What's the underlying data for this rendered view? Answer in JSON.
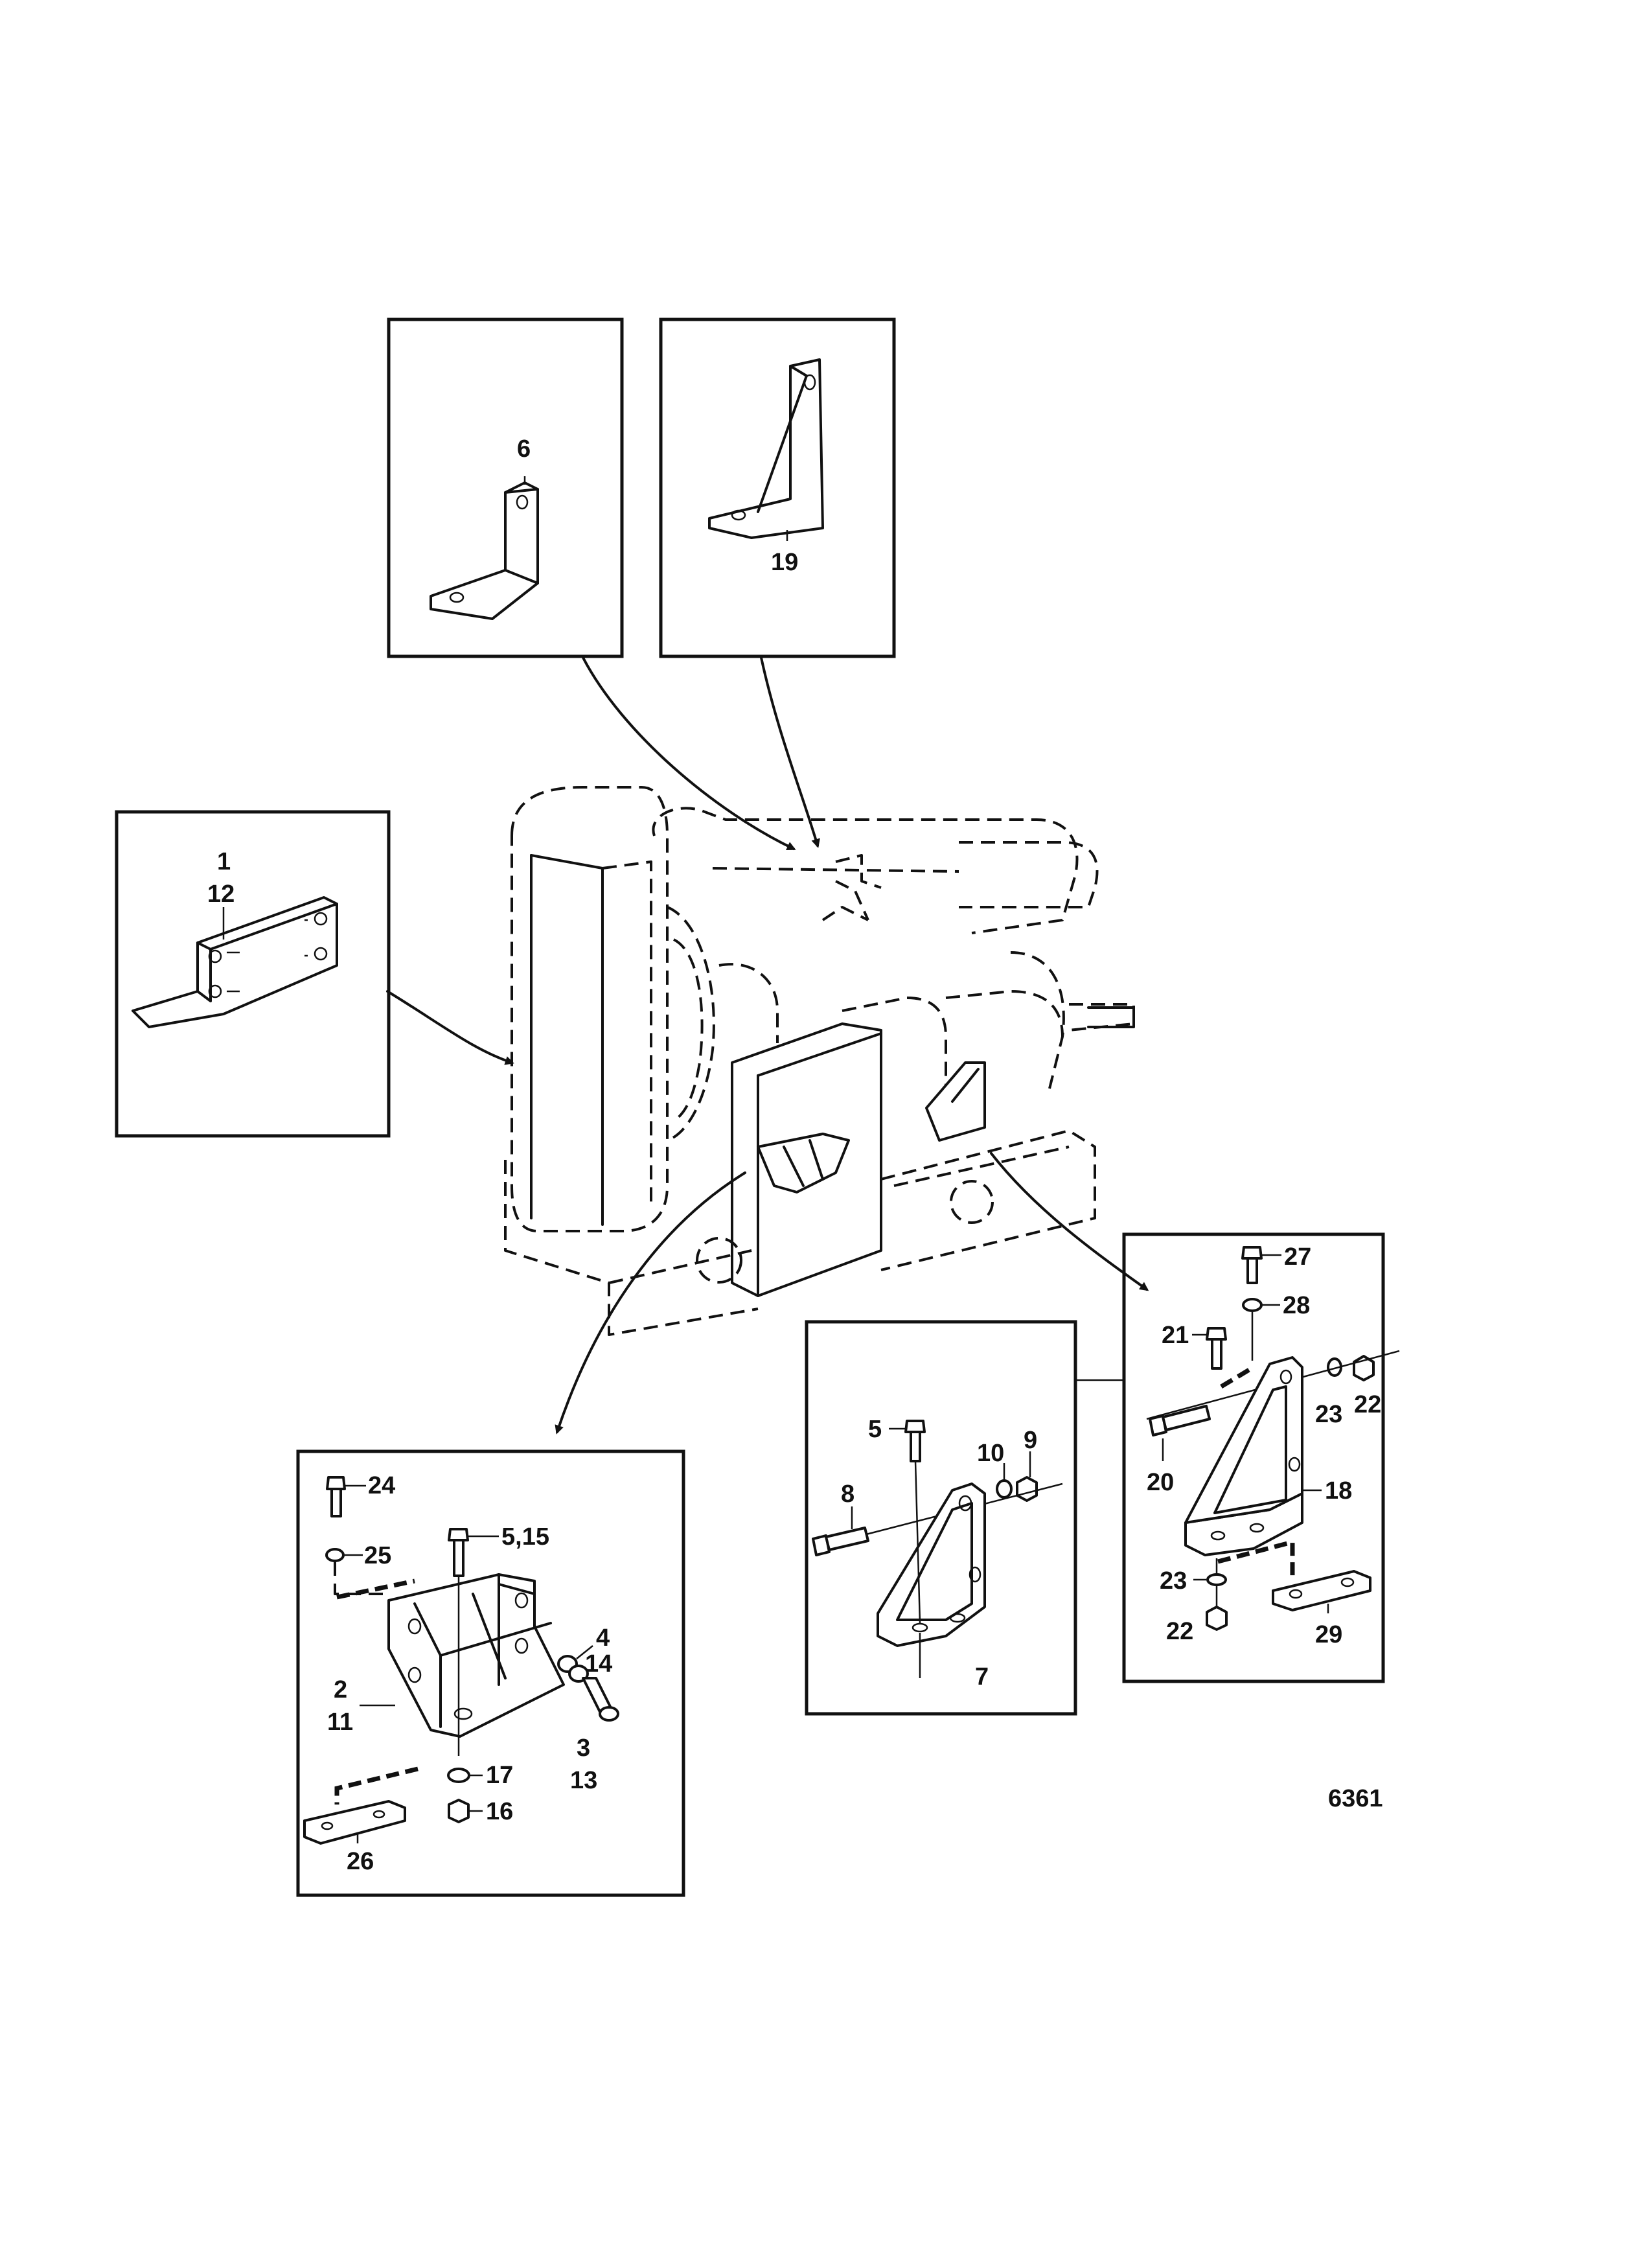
{
  "figure_number": "6361",
  "callouts": {
    "top_left_box": [
      "6"
    ],
    "top_right_box": [
      "19"
    ],
    "left_box": [
      "1",
      "12"
    ],
    "bottom_left_box": [
      "24",
      "25",
      "5,15",
      "4",
      "14",
      "2",
      "11",
      "3",
      "13",
      "17",
      "16",
      "26"
    ],
    "middle_box": [
      "5",
      "10",
      "9",
      "8",
      "7"
    ],
    "right_box": [
      "27",
      "28",
      "21",
      "23",
      "22",
      "20",
      "18",
      "23",
      "22",
      "29"
    ]
  }
}
